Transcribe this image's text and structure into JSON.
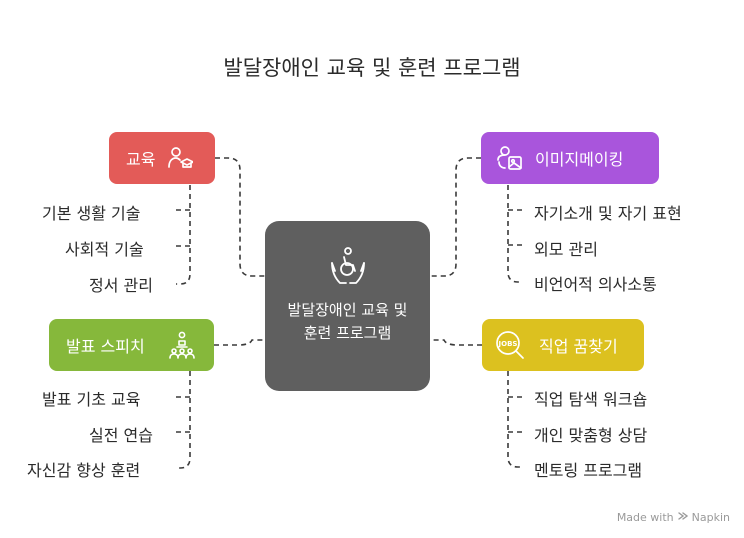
{
  "title": "발달장애인 교육 및 훈련 프로그램",
  "center": {
    "label": "발달장애인 교육 및 훈련 프로그램",
    "icon": "person-in-hands-icon"
  },
  "branches": {
    "education": {
      "label": "교육",
      "color": "#e35b58",
      "icon": "student-graduate-icon",
      "items": [
        "기본 생활 기술",
        "사회적 기술",
        "정서 관리"
      ]
    },
    "presentation": {
      "label": "발표 스피치",
      "color": "#86b83b",
      "icon": "presenter-audience-icon",
      "items": [
        "발표 기초 교육",
        "실전 연습",
        "자신감 향상 훈련"
      ]
    },
    "image_making": {
      "label": "이미지메이킹",
      "color": "#a955dc",
      "icon": "profile-picture-icon",
      "items": [
        "자기소개 및 자기 표현",
        "외모 관리",
        "비언어적 의사소통"
      ]
    },
    "job": {
      "label": "직업 꿈찾기",
      "color": "#dcc11f",
      "icon": "jobs-search-icon",
      "items": [
        "직업 탐색 워크숍",
        "개인 맞춤형 상담",
        "멘토링 프로그램"
      ]
    }
  },
  "footer": {
    "made_with": "Made with",
    "brand": "Napkin",
    "brand_icon": "napkin-logo-icon"
  }
}
